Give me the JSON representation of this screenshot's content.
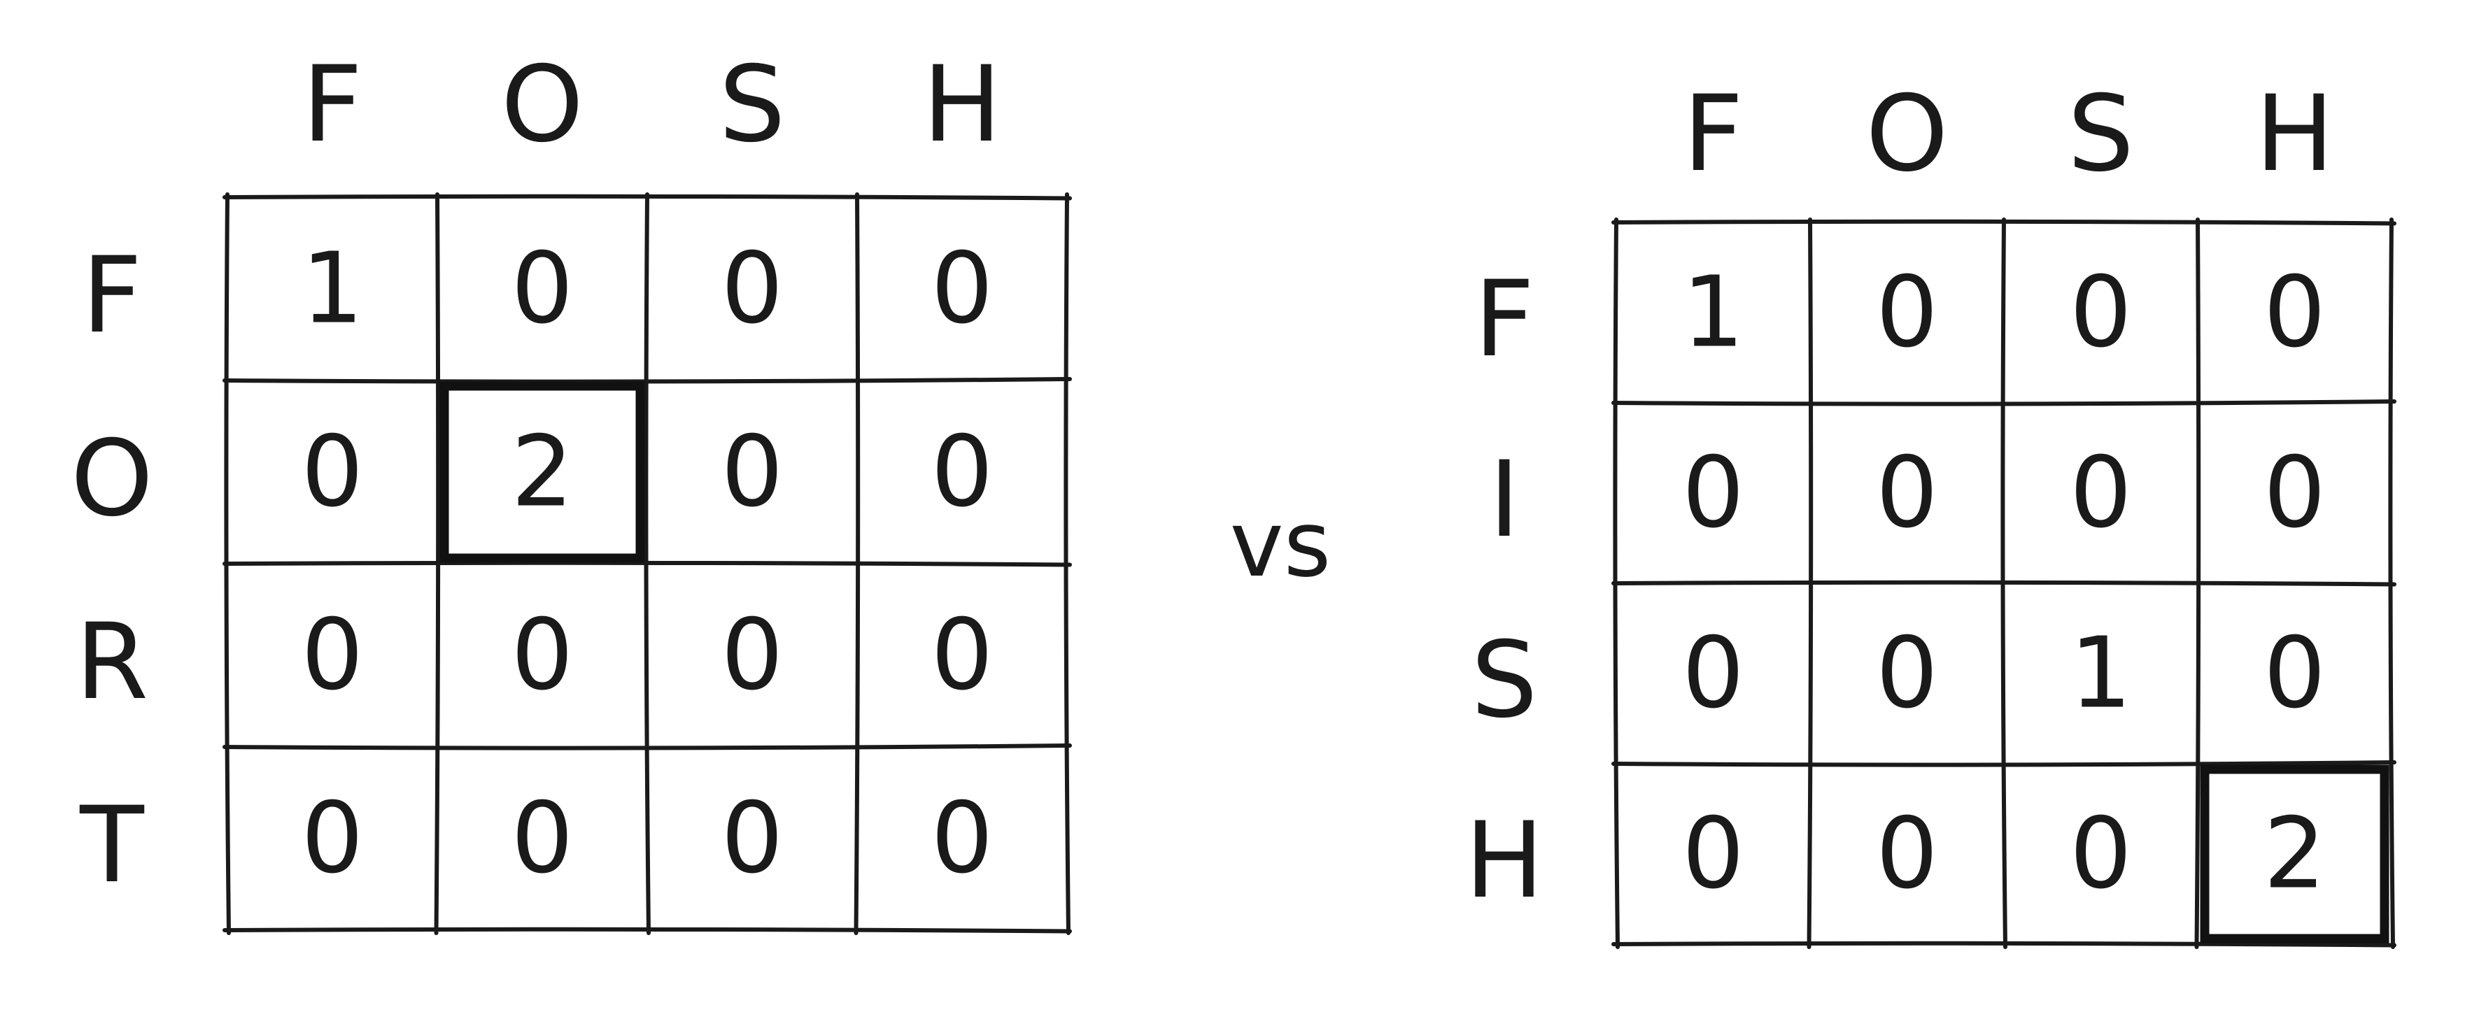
{
  "separator": "vs",
  "matrices": [
    {
      "id": "left",
      "col_labels": [
        "F",
        "O",
        "S",
        "H"
      ],
      "row_labels": [
        "F",
        "O",
        "R",
        "T"
      ],
      "cells": [
        [
          "1",
          "0",
          "0",
          "0"
        ],
        [
          "0",
          "2",
          "0",
          "0"
        ],
        [
          "0",
          "0",
          "0",
          "0"
        ],
        [
          "0",
          "0",
          "0",
          "0"
        ]
      ],
      "highlight": [
        1,
        1
      ]
    },
    {
      "id": "right",
      "col_labels": [
        "F",
        "O",
        "S",
        "H"
      ],
      "row_labels": [
        "F",
        "I",
        "S",
        "H"
      ],
      "cells": [
        [
          "1",
          "0",
          "0",
          "0"
        ],
        [
          "0",
          "0",
          "0",
          "0"
        ],
        [
          "0",
          "0",
          "1",
          "0"
        ],
        [
          "0",
          "0",
          "0",
          "2"
        ]
      ],
      "highlight": [
        3,
        3
      ]
    }
  ]
}
